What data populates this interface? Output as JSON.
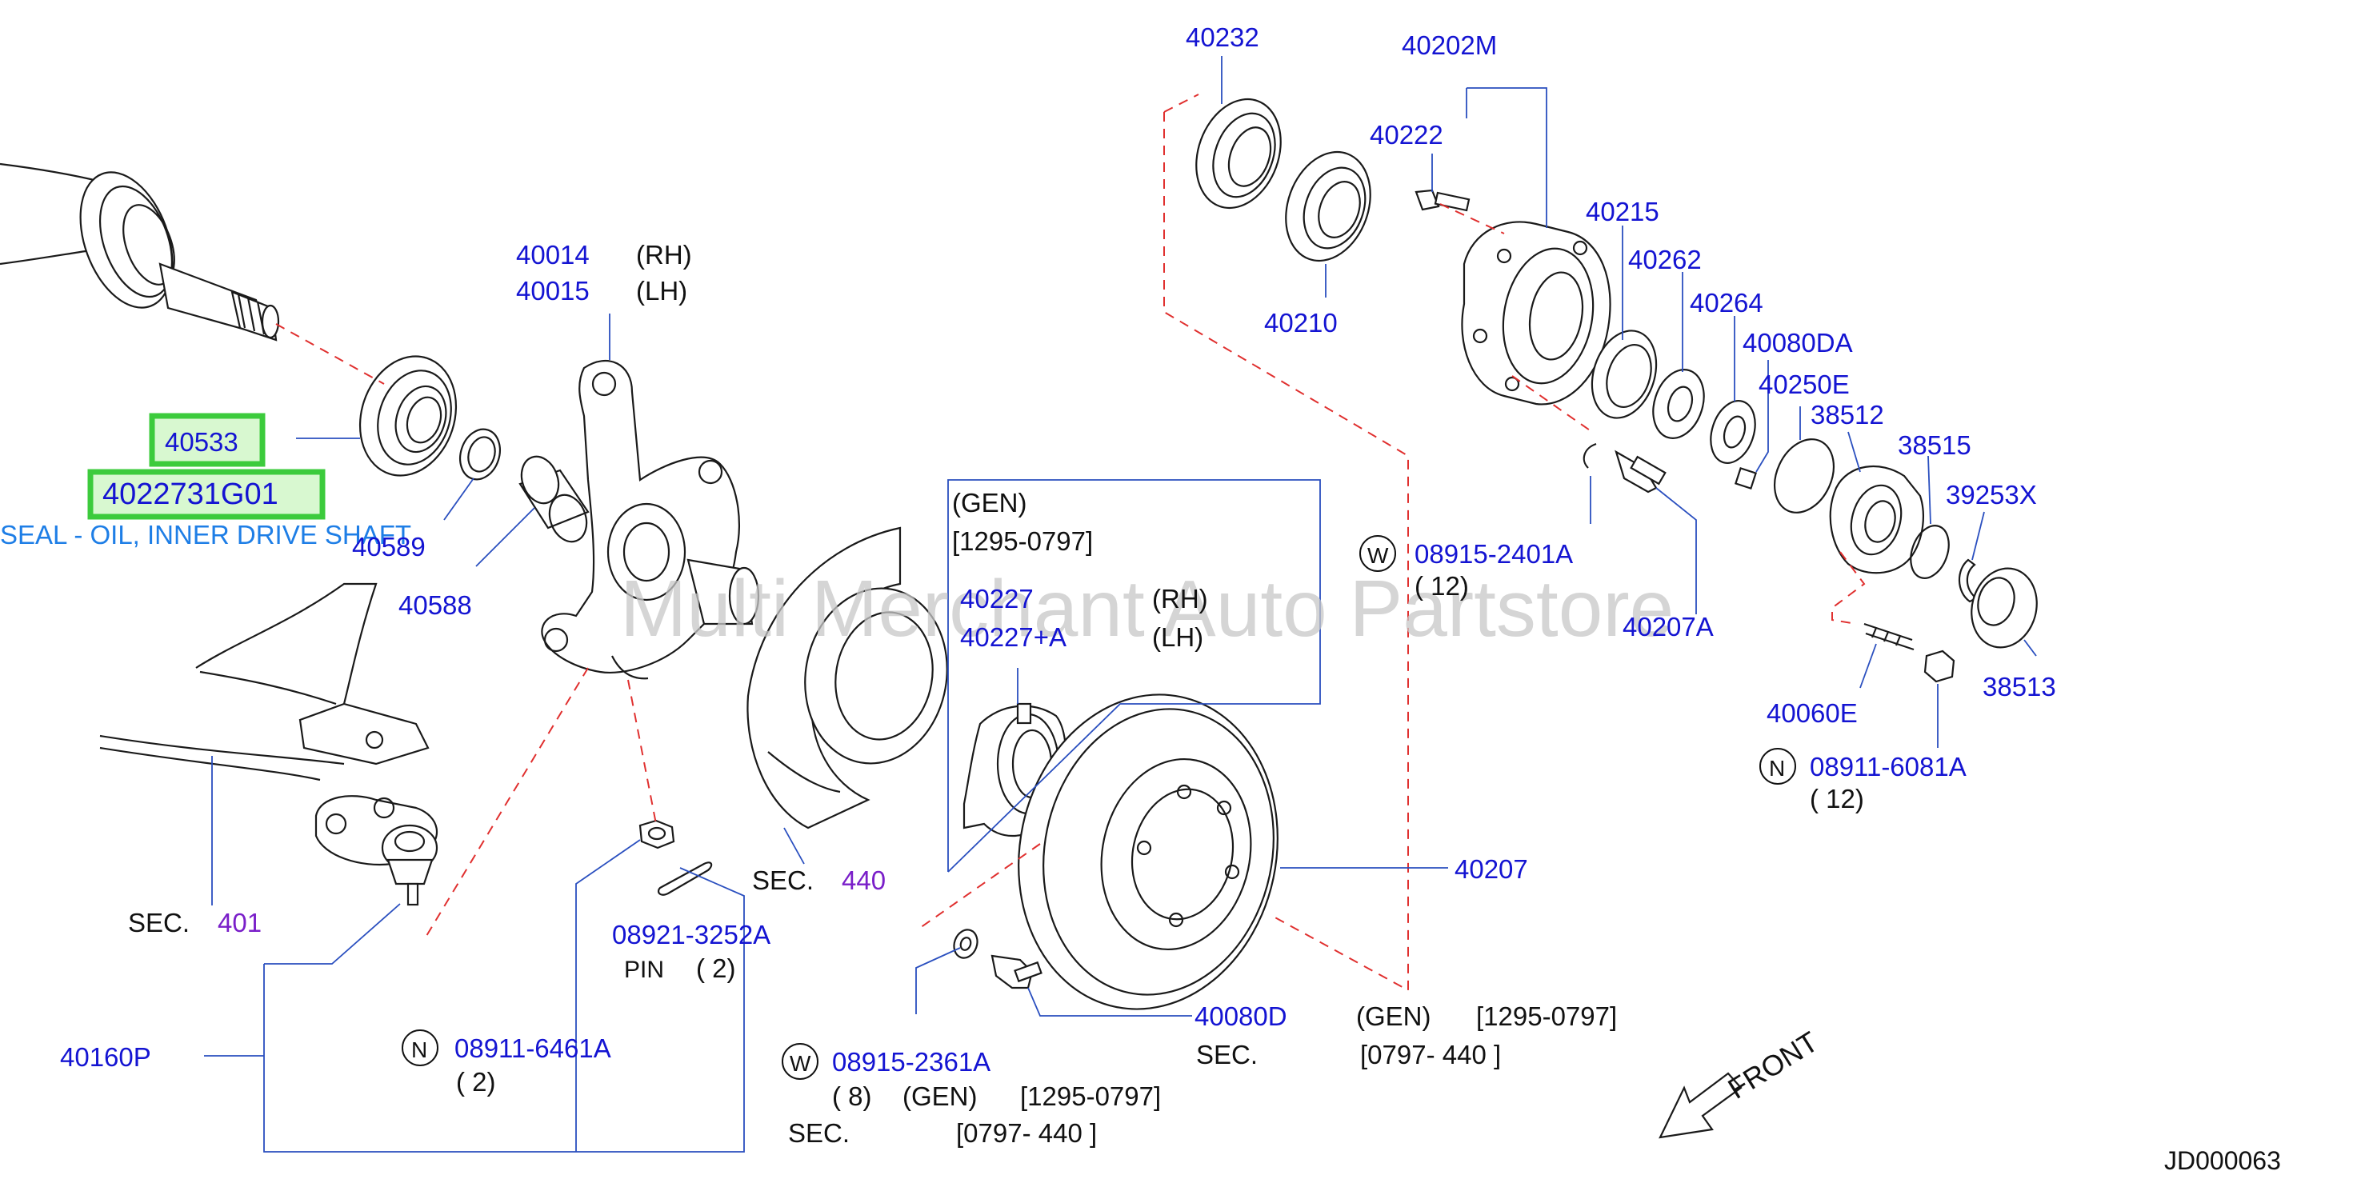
{
  "diagram": {
    "code": "JD000063",
    "watermark": "Multi Merchant Auto Partstore",
    "highlight": {
      "part_a": "40533",
      "part_b": "4022731G01",
      "description": "SEAL - OIL, INNER DRIVE SHAFT"
    },
    "front_label": "FRONT",
    "labels": {
      "p40232": "40232",
      "p40202M": "40202M",
      "p40222": "40222",
      "p40215": "40215",
      "p40262": "40262",
      "p40264": "40264",
      "p40080DA": "40080DA",
      "p40250E": "40250E",
      "p38512": "38512",
      "p38515": "38515",
      "p39253X": "39253X",
      "p38513": "38513",
      "p40210": "40210",
      "p40014": "40014",
      "p40015": "40015",
      "rh": "(RH)",
      "lh": "(LH)",
      "p40589": "40589",
      "p40588": "40588",
      "gen": "(GEN)",
      "range_1295_0797": "[1295-0797]",
      "p40227": "40227",
      "p40227a": "40227+A",
      "w_symbol": "W",
      "n_symbol": "N",
      "p08915_2401A": "08915-2401A",
      "qty_12": "( 12)",
      "p40207A": "40207A",
      "p40060E": "40060E",
      "p08911_6081A": "08911-6081A",
      "p40207": "40207",
      "sec": "SEC.",
      "sec_440": "440",
      "sec_401": "401",
      "p08921_3252A": "08921-3252A",
      "pin": "PIN",
      "qty_2": "( 2)",
      "p40160P": "40160P",
      "p08911_6461A": "08911-6461A",
      "p40080D": "40080D",
      "p08915_2361A": "08915-2361A",
      "qty_8": "( 8)",
      "range_0797_440": "[0797-   440  ]",
      "range_0797_440b": "[0797-   440   ]"
    }
  }
}
